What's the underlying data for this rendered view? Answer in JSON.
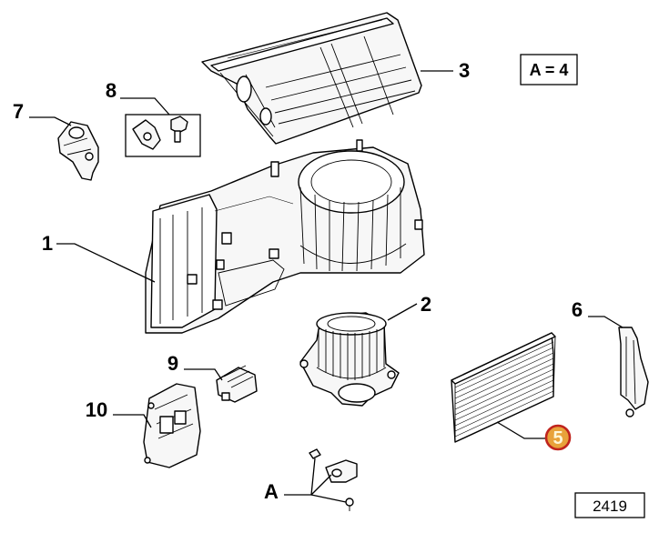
{
  "callouts": {
    "n1": "1",
    "n2": "2",
    "n3": "3",
    "n5": "5",
    "n6": "6",
    "n7": "7",
    "n8": "8",
    "n9": "9",
    "n10": "10",
    "a": "A"
  },
  "legend_box": "A = 4",
  "reference_number": "2419",
  "colors": {
    "highlight_fill": "#e8a23a",
    "highlight_ring": "#c0241d"
  }
}
